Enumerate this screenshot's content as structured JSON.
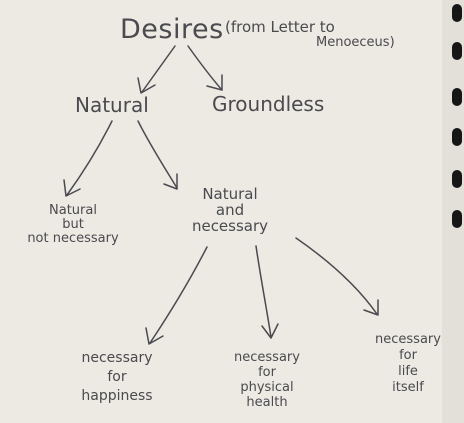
{
  "root": {
    "title": "Desires",
    "note_line1": "(from Letter to",
    "note_line2": "Menoeceus)"
  },
  "level1": {
    "natural": "Natural",
    "groundless": "Groundless"
  },
  "level2": {
    "natural_not_necessary": [
      "Natural",
      "but",
      "not necessary"
    ],
    "natural_and_necessary": [
      "Natural",
      "and",
      "necessary"
    ]
  },
  "level3": {
    "happiness": [
      "necessary",
      "for",
      "happiness"
    ],
    "physical_health": [
      "necessary",
      "for",
      "physical",
      "health"
    ],
    "life_itself": [
      "necessary",
      "for",
      "life",
      "itself"
    ]
  },
  "colors": {
    "ink": "#4a4a4f",
    "paper": "#eceae3",
    "binder_hole": "#161616"
  }
}
